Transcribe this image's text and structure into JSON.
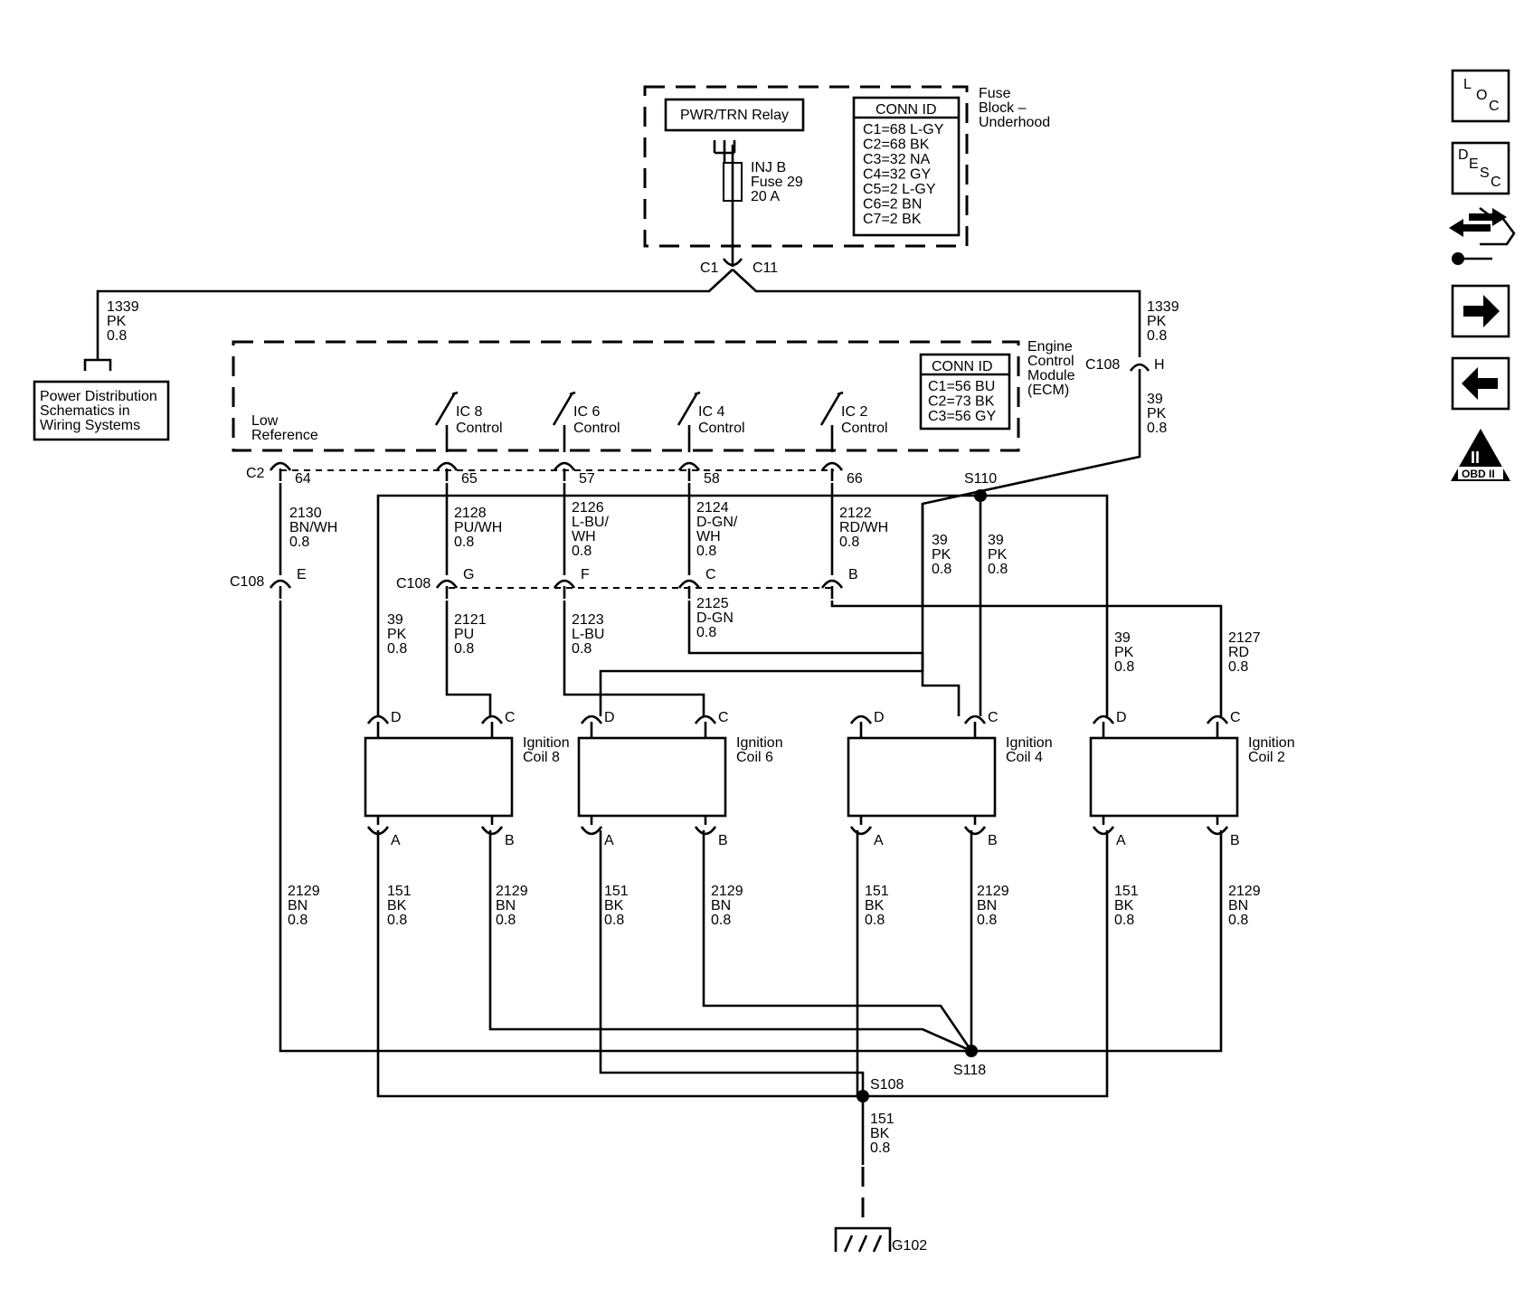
{
  "fuse_block": {
    "label": [
      "Fuse",
      "Block –",
      "Underhood"
    ],
    "relay": "PWR/TRN Relay",
    "fuse": [
      "INJ B",
      "Fuse 29",
      "20 A"
    ],
    "conn_title": "CONN ID",
    "conn": [
      "C1=68 L-GY",
      "C2=68 BK",
      "C3=32 NA",
      "C4=32 GY",
      "C5=2 L-GY",
      "C6=2 BN",
      "C7=2 BK"
    ],
    "c1": "C1",
    "c11": "C11"
  },
  "ecm": {
    "label": [
      "Engine",
      "Control",
      "Module",
      "(ECM)"
    ],
    "conn_title": "CONN ID",
    "conn": [
      "C1=56 BU",
      "C2=73 BK",
      "C3=56 GY"
    ],
    "low_ref": [
      "Low",
      "Reference"
    ],
    "c2": "C2",
    "pins": [
      "64",
      "65",
      "57",
      "58",
      "66"
    ],
    "ic": [
      {
        "name": "IC 8",
        "sub": "Control"
      },
      {
        "name": "IC 6",
        "sub": "Control"
      },
      {
        "name": "IC 4",
        "sub": "Control"
      },
      {
        "name": "IC 2",
        "sub": "Control"
      }
    ]
  },
  "power_dist": [
    "Power Distribution",
    "Schematics in",
    "Wiring  Systems"
  ],
  "wire_labels": {
    "w1339_left": [
      "1339",
      "PK",
      "0.8"
    ],
    "w1339_right": [
      "1339",
      "PK",
      "0.8"
    ],
    "w39_ecm": [
      "39",
      "PK",
      "0.8"
    ],
    "w2130": [
      "2130",
      "BN/WH",
      "0.8"
    ],
    "w2128": [
      "2128",
      "PU/WH",
      "0.8"
    ],
    "w2126": [
      "2126",
      "L-BU/",
      "WH",
      "0.8"
    ],
    "w2124": [
      "2124",
      "D-GN/",
      "WH",
      "0.8"
    ],
    "w2122": [
      "2122",
      "RD/WH",
      "0.8"
    ],
    "w39_a": [
      "39",
      "PK",
      "0.8"
    ],
    "w39_b": [
      "39",
      "PK",
      "0.8"
    ],
    "w39_c8": [
      "39",
      "PK",
      "0.8"
    ],
    "w2121": [
      "2121",
      "PU",
      "0.8"
    ],
    "w2123": [
      "2123",
      "L-BU",
      "0.8"
    ],
    "w2125": [
      "2125",
      "D-GN",
      "0.8"
    ],
    "w39_c2": [
      "39",
      "PK",
      "0.8"
    ],
    "w2127": [
      "2127",
      "RD",
      "0.8"
    ],
    "bottom": [
      [
        "2129",
        "BN",
        "0.8"
      ],
      [
        "151",
        "BK",
        "0.8"
      ],
      [
        "2129",
        "BN",
        "0.8"
      ],
      [
        "151",
        "BK",
        "0.8"
      ],
      [
        "2129",
        "BN",
        "0.8"
      ],
      [
        "151",
        "BK",
        "0.8"
      ],
      [
        "2129",
        "BN",
        "0.8"
      ],
      [
        "151",
        "BK",
        "0.8"
      ],
      [
        "2129",
        "BN",
        "0.8"
      ]
    ],
    "ground_wire": [
      "151",
      "BK",
      "0.8"
    ]
  },
  "connectors": {
    "c108": "C108",
    "c108_pins": [
      "H",
      "E",
      "G",
      "F",
      "C",
      "B"
    ]
  },
  "splices": {
    "s110": "S110",
    "s118": "S118",
    "s108": "S108"
  },
  "ground": "G102",
  "coils": [
    {
      "name": [
        "Ignition",
        "Coil 8"
      ]
    },
    {
      "name": [
        "Ignition",
        "Coil 6"
      ]
    },
    {
      "name": [
        "Ignition",
        "Coil 4"
      ]
    },
    {
      "name": [
        "Ignition",
        "Coil 2"
      ]
    }
  ],
  "coil_pins": {
    "top": [
      "D",
      "C"
    ],
    "bottom": [
      "A",
      "B"
    ]
  },
  "nav": {
    "loc": [
      "L",
      "O",
      "C"
    ],
    "desc": [
      "D",
      "E",
      "S",
      "C"
    ],
    "obd": [
      "II",
      "OBD II"
    ]
  }
}
